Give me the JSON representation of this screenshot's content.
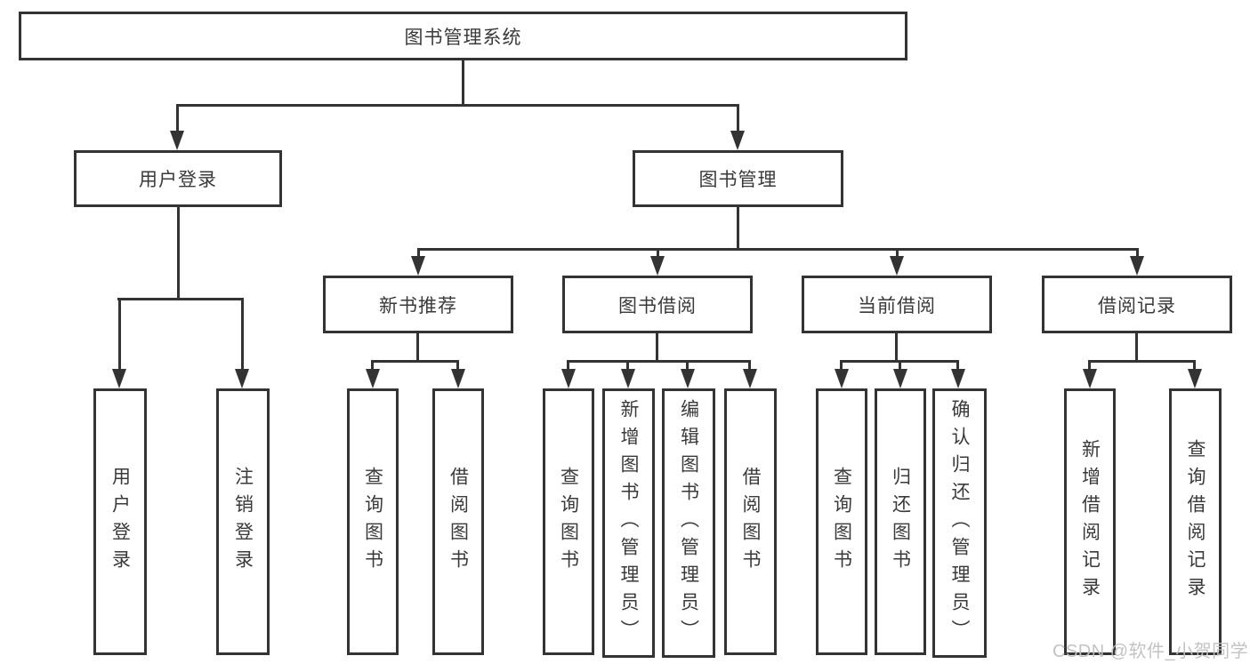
{
  "tree": {
    "root": "图书管理系统",
    "branches": [
      {
        "label": "用户登录",
        "leaves": [
          "用户登录",
          "注销登录"
        ]
      },
      {
        "label": "图书管理",
        "groups": [
          {
            "label": "新书推荐",
            "leaves": [
              "查询图书",
              "借阅图书"
            ]
          },
          {
            "label": "图书借阅",
            "leaves": [
              "查询图书",
              "新增图书（管理员）",
              "编辑图书（管理员）",
              "借阅图书"
            ]
          },
          {
            "label": "当前借阅",
            "leaves": [
              "查询图书",
              "归还图书",
              "确认归还（管理员）"
            ]
          },
          {
            "label": "借阅记录",
            "leaves": [
              "新增借阅记录",
              "查询借阅记录"
            ]
          }
        ]
      }
    ]
  },
  "watermark": "CSDN @软件_小贺同学",
  "colors": {
    "line": "#333333",
    "text": "#3a3a3a",
    "background": "#ffffff",
    "watermark": "#c0c0c0"
  }
}
